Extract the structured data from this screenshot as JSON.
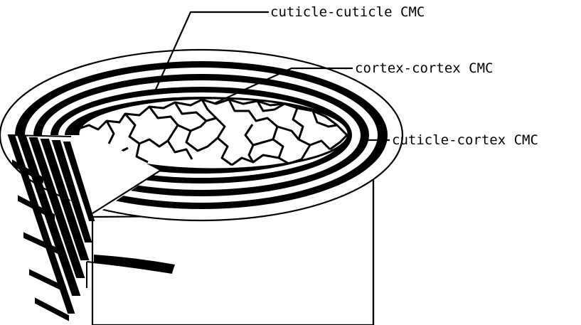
{
  "labels": {
    "cuticle_cuticle": "cuticle-cuticle CMC",
    "cortex_cortex": "cortex-cortex CMC",
    "cuticle_cortex": "cuticle-cortex CMC"
  },
  "colors": {
    "ink": "#000000",
    "paper": "#ffffff"
  }
}
